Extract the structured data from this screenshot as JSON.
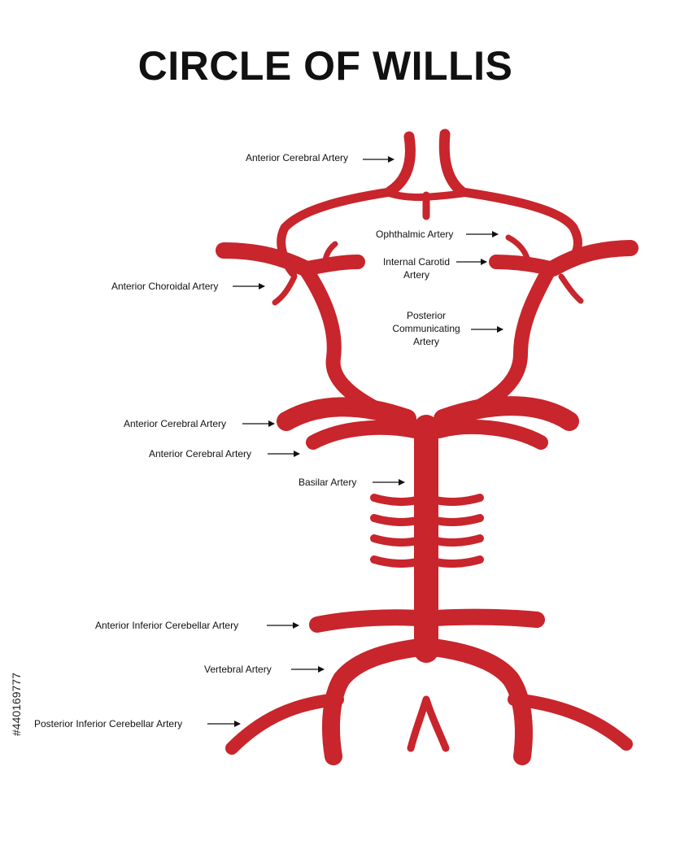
{
  "title": "CIRCLE OF WILLIS",
  "colors": {
    "artery": "#c8252c",
    "text": "#111111",
    "background": "#ffffff"
  },
  "labels": {
    "aca_top": "Anterior Cerebral Artery",
    "ophthalmic": "Ophthalmic Artery",
    "internal_carotid_1": "Internal Carotid",
    "internal_carotid_2": "Artery",
    "anterior_choroidal": "Anterior Choroidal Artery",
    "pcom_1": "Posterior",
    "pcom_2": "Communicating",
    "pcom_3": "Artery",
    "aca_mid": "Anterior Cerebral Artery",
    "aca_low": "Anterior Cerebral Artery",
    "basilar": "Basilar Artery",
    "aica": "Anterior Inferior Cerebellar  Artery",
    "vertebral": "Vertebral Artery",
    "pica": "Posterior  Inferior Cerebellar  Artery"
  },
  "watermark": "#440169777"
}
